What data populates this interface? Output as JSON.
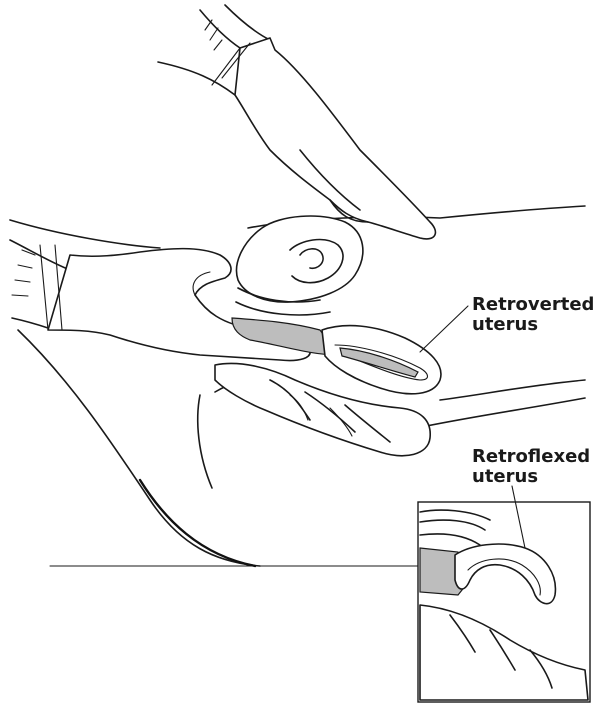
{
  "labels": {
    "retroverted_line1": "Retroverted",
    "retroverted_line2": "uterus",
    "retroflexed_line1": "Retroflexed",
    "retroflexed_line2": "uterus"
  },
  "colors": {
    "ink": "#1a1a1a",
    "shade": "#bdbdbd",
    "background": "#ffffff"
  }
}
